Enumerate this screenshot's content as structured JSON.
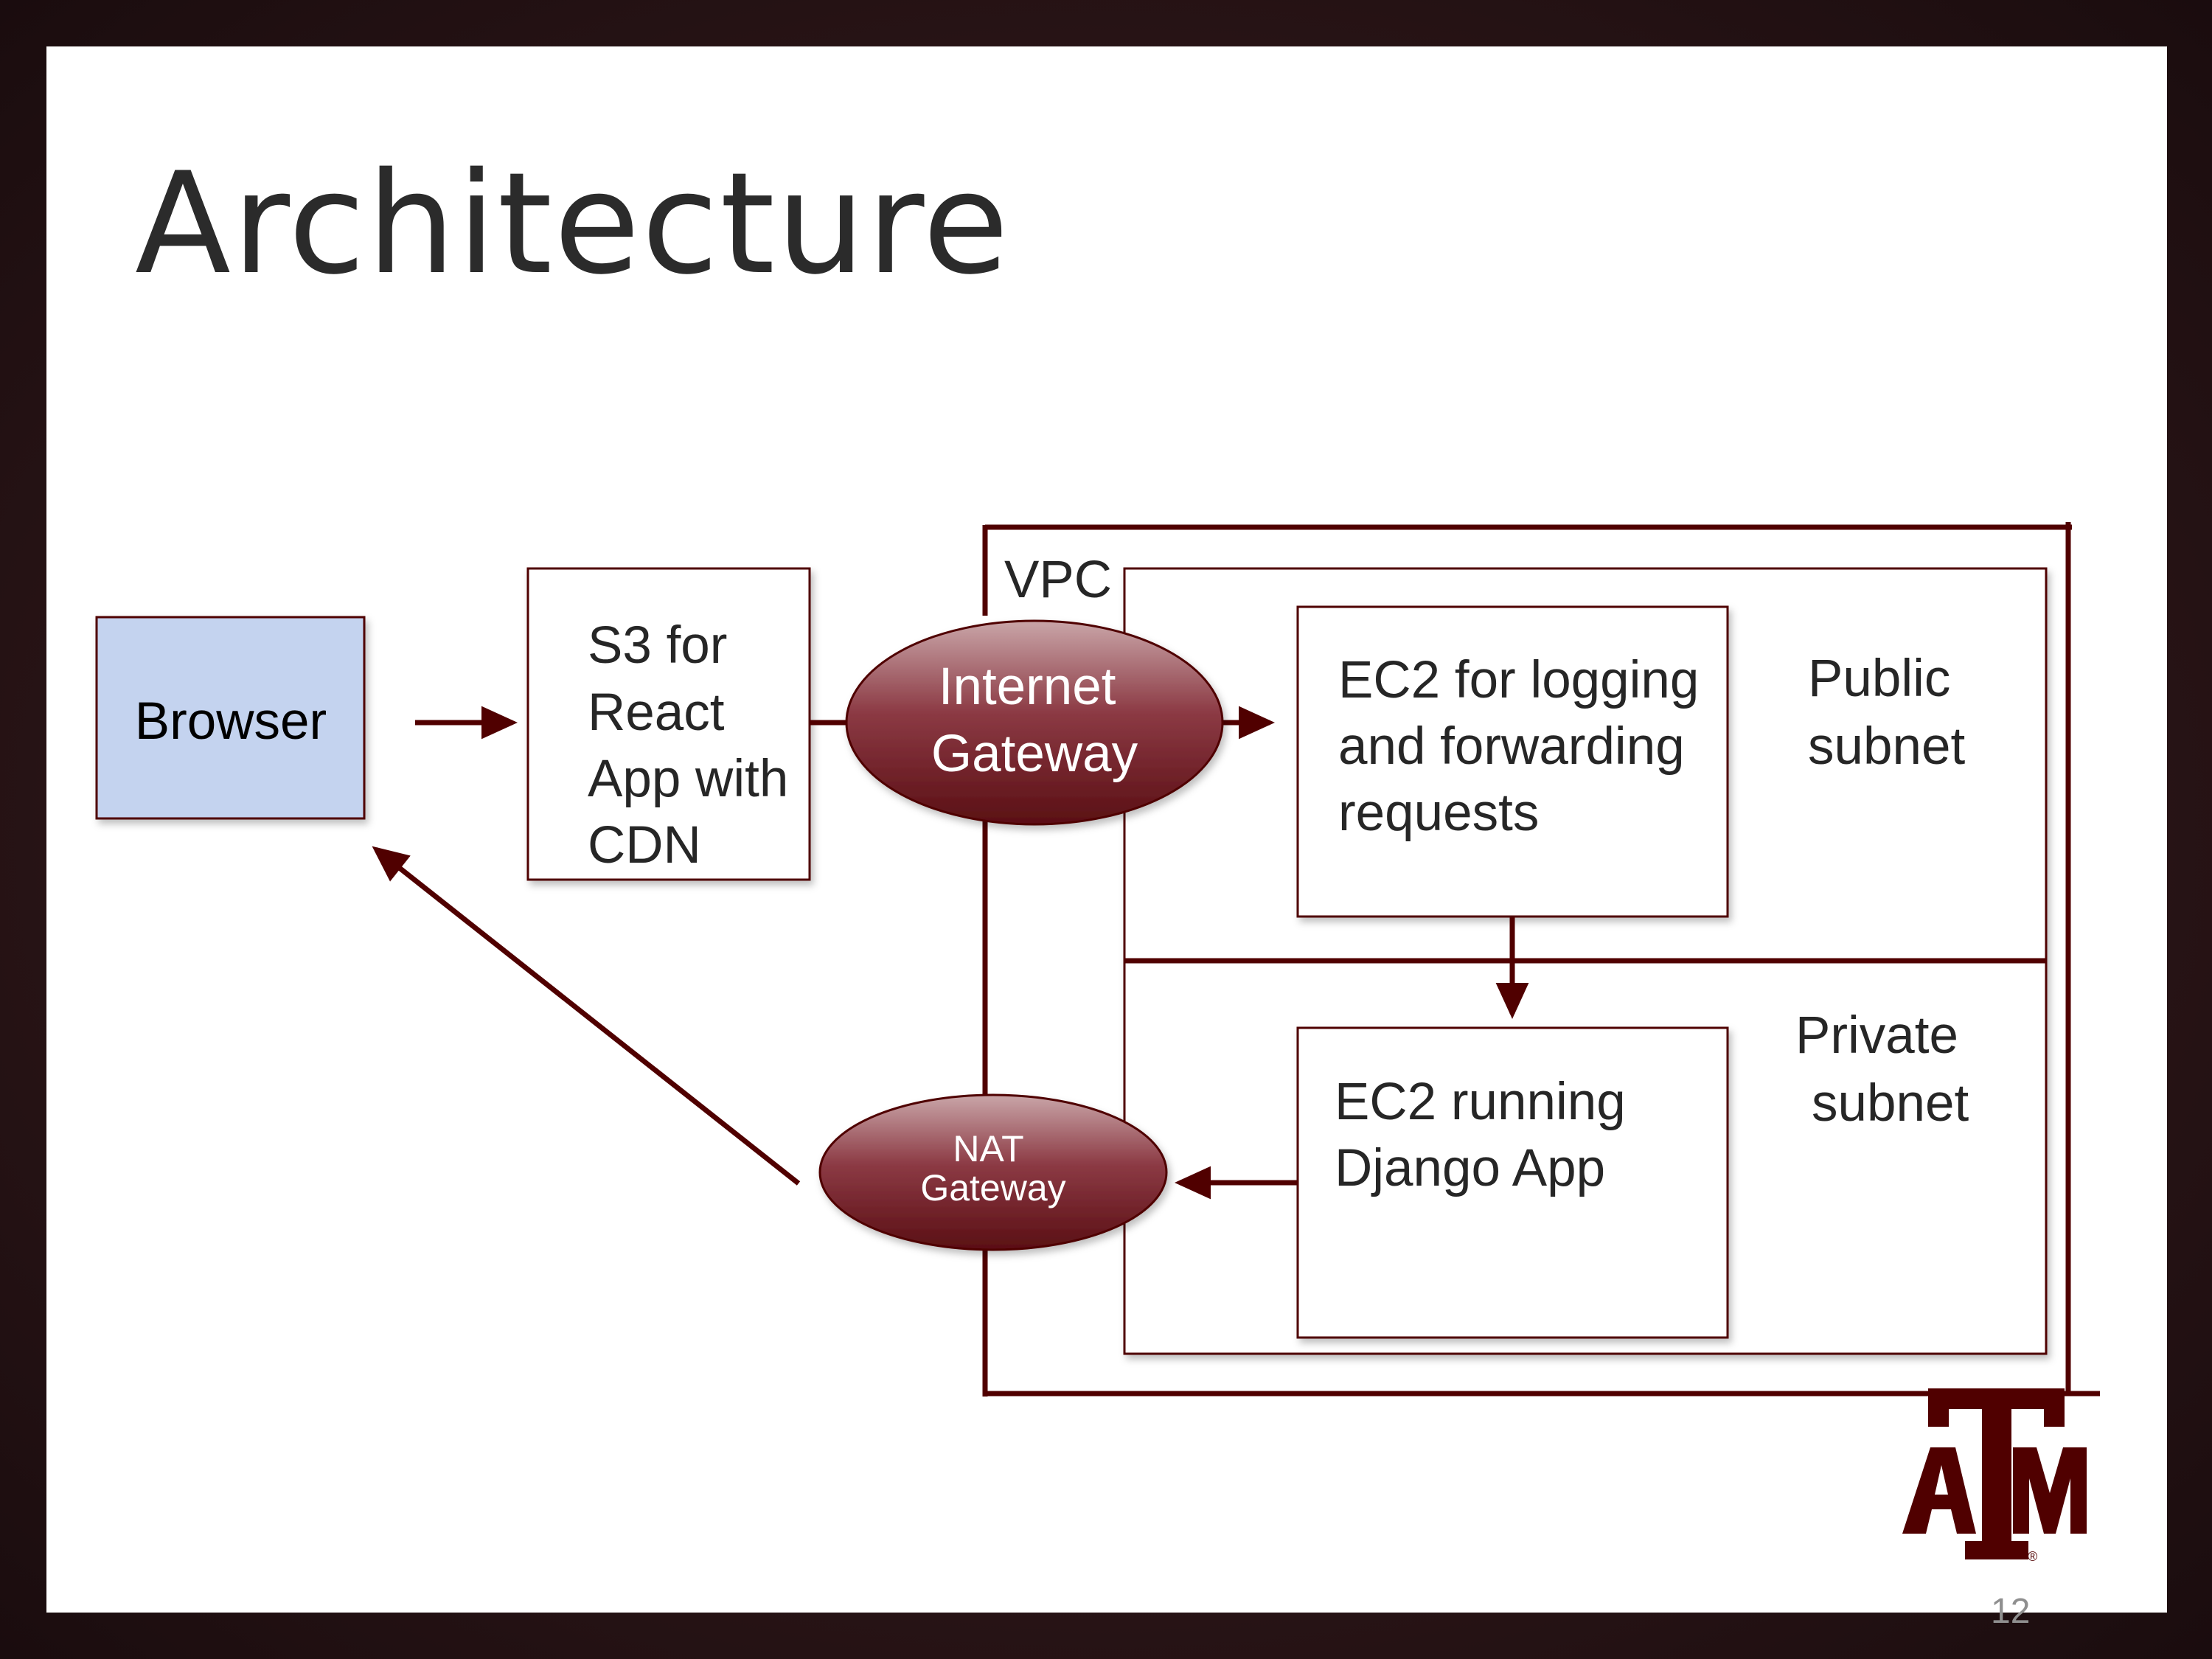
{
  "slide": {
    "title": "Architecture",
    "page_number": "12"
  },
  "diagram": {
    "browser": "Browser",
    "s3": [
      "S3 for",
      "React",
      "App with",
      "CDN"
    ],
    "vpc_label": "VPC",
    "internet_gateway": [
      "Internet",
      "Gateway"
    ],
    "ec2_public": [
      "EC2 for logging",
      "and forwarding",
      "requests"
    ],
    "public_subnet": [
      "Public",
      "subnet"
    ],
    "private_subnet": [
      "Private",
      "subnet"
    ],
    "ec2_private": [
      "EC2 running",
      "Django App"
    ],
    "nat_gateway": [
      "NAT",
      "Gateway"
    ]
  },
  "logo": {
    "name": "tamu-logo",
    "text": "ATM"
  },
  "colors": {
    "maroon": "#500000",
    "browser_fill": "#c4d3ef",
    "oval_light": "#c9a5a8",
    "oval_dark": "#5a0f14"
  }
}
